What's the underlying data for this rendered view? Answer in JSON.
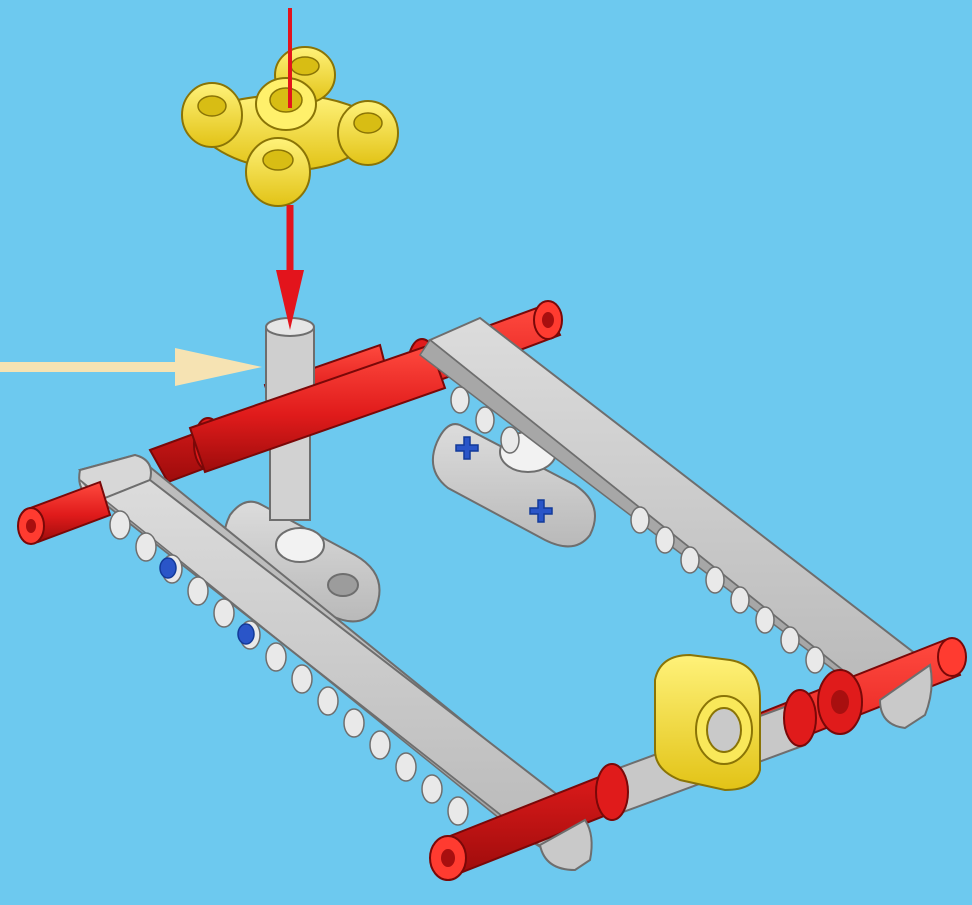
{
  "scene": {
    "background_color": "#6dc9ef",
    "colors": {
      "beam_gray": "#c6c6c6",
      "beam_edge": "#8d8d8d",
      "axle_red": "#e01b1b",
      "axle_red_dark": "#a80f0f",
      "connector_yellow": "#f6dd28",
      "connector_yellow_dark": "#c9a90c",
      "pin_blue": "#2a55c8",
      "motion_arrow": "#e3141c",
      "pointer_arrow": "#f6e3b3"
    },
    "parts": [
      {
        "name": "yellow-four-way-hub",
        "kind": "connector"
      },
      {
        "name": "gray-axle-joiner",
        "kind": "connector"
      },
      {
        "name": "red-cross-axle",
        "kind": "axle",
        "count": 3
      },
      {
        "name": "gray-studless-beam",
        "kind": "beam",
        "count": 2
      },
      {
        "name": "gray-link-beam",
        "kind": "beam",
        "count": 2
      },
      {
        "name": "yellow-pin-connector",
        "kind": "connector"
      },
      {
        "name": "blue-cross-pin",
        "kind": "pin",
        "count": 4
      }
    ],
    "icons": {
      "insert_arrow": "down-arrow-icon",
      "pointer_arrow": "right-arrow-icon"
    }
  }
}
